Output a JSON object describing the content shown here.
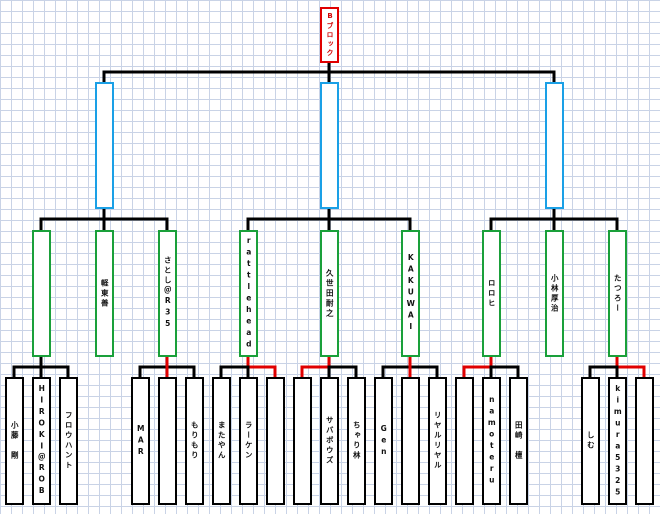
{
  "root": {
    "label": "Bブロック"
  },
  "groups": [
    {
      "teams": [
        {
          "name": "",
          "players": [
            "小藤　剛",
            "HIROKI＠ROB",
            "フロウハント"
          ]
        },
        {
          "name": "軽東善",
          "players": []
        },
        {
          "name": "さとし＠R35",
          "players": [
            "MAR",
            "",
            "もりもり"
          ]
        }
      ]
    },
    {
      "teams": [
        {
          "name": "rattlehead",
          "players": [
            "またやん",
            "ラーケン",
            ""
          ]
        },
        {
          "name": "久世田耐之",
          "players": [
            "",
            "サバボウズ",
            "ちゃり林"
          ]
        },
        {
          "name": "KAKUWAI",
          "players": [
            "Gen",
            "",
            "リヤルリヤル"
          ]
        }
      ]
    },
    {
      "teams": [
        {
          "name": "ロロヒ",
          "players": [
            "",
            "namoteru",
            "田崎　檀"
          ]
        },
        {
          "name": "小林厚治",
          "players": []
        },
        {
          "name": "たつろー",
          "players": [
            "しむ",
            "kimura5325",
            ""
          ]
        }
      ]
    }
  ],
  "colors": {
    "line": "#000000",
    "advance_line": "#e00000",
    "root_border": "#e00000",
    "sub_border": "#1aa0e6",
    "team_border": "#1aa03a",
    "player_border": "#000000"
  }
}
